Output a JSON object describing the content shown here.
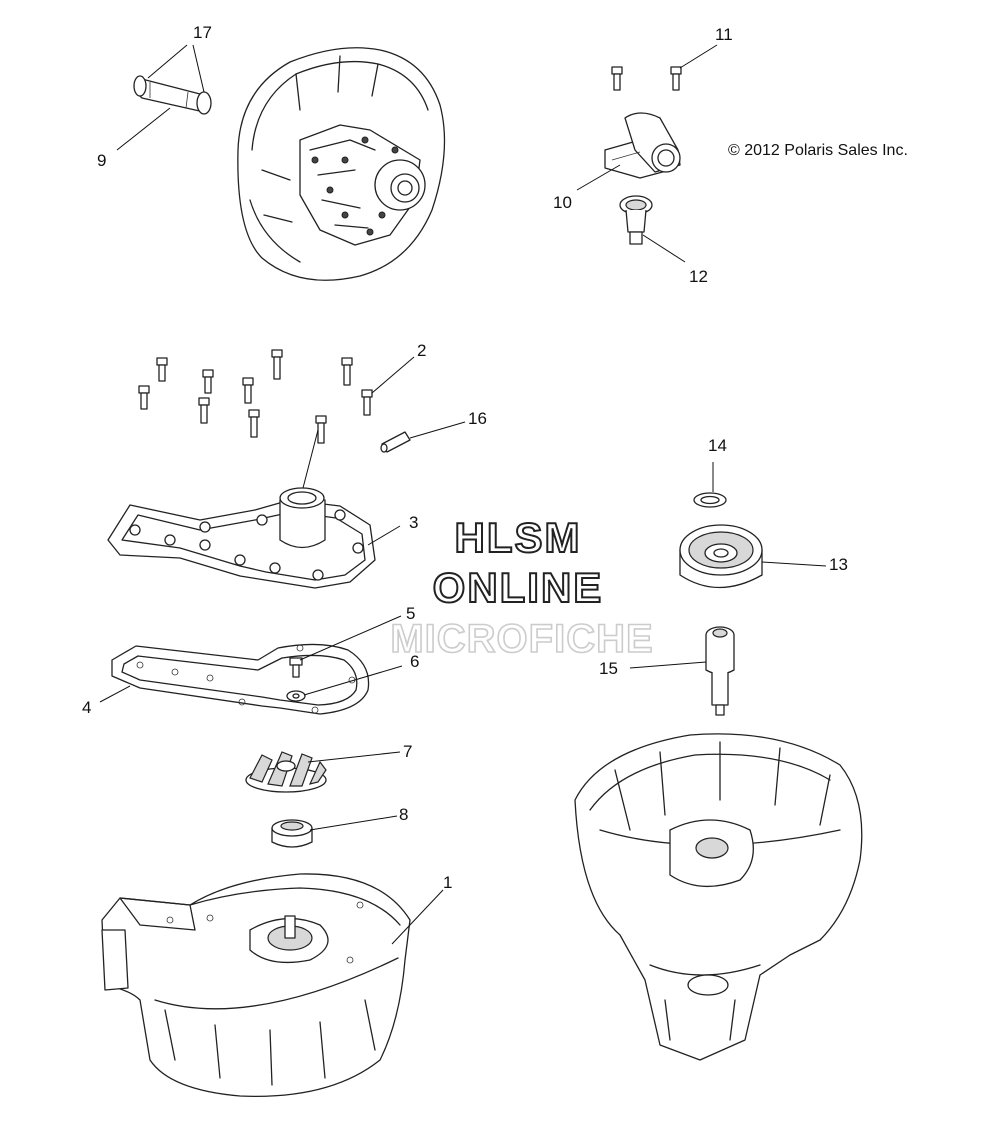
{
  "copyright": "© 2012 Polaris Sales Inc.",
  "watermark": {
    "line1": "HLSM",
    "line2": "ONLINE",
    "line3": "MICROFICHE"
  },
  "callouts": [
    "1",
    "2",
    "3",
    "4",
    "5",
    "6",
    "7",
    "8",
    "9",
    "10",
    "11",
    "12",
    "13",
    "14",
    "15",
    "16",
    "17"
  ],
  "colors": {
    "line": "#222222",
    "background": "#ffffff",
    "watermark_fill": "#ffffff",
    "watermark_faint": "#cccccc"
  }
}
